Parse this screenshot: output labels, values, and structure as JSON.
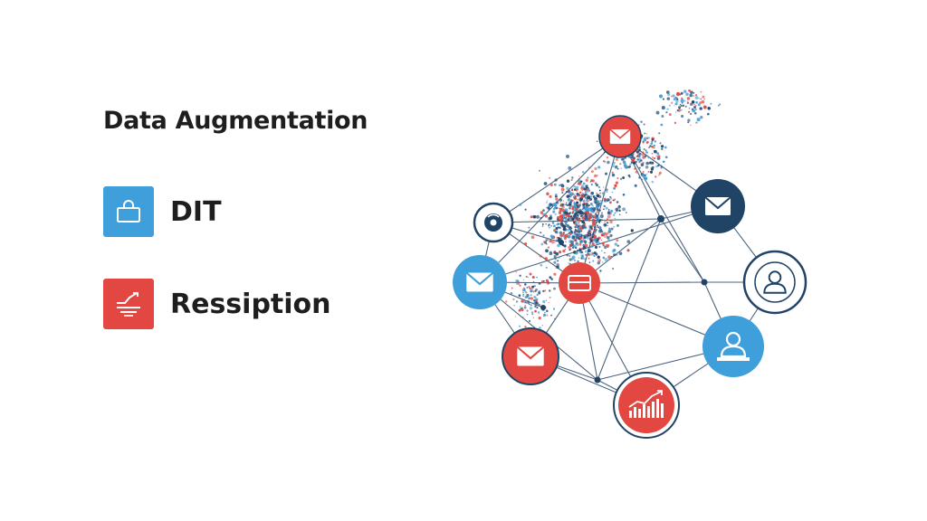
{
  "title": "Data Augmentation",
  "colors": {
    "blue": "#3f9fdb",
    "red": "#e24841",
    "navy": "#1f4466",
    "edge": "#2d4a68",
    "text": "#1e1e1e"
  },
  "legend": [
    {
      "label": "DIT",
      "color": "#3f9fdb",
      "icon": "shopping-bag-icon"
    },
    {
      "label": "Ressiption",
      "color": "#e24841",
      "icon": "trend-chart-icon"
    }
  ],
  "nodes": [
    {
      "id": "top-mail",
      "style": "red",
      "icon": "mail-icon"
    },
    {
      "id": "navy-mail",
      "style": "navy",
      "icon": "mail-icon"
    },
    {
      "id": "disc",
      "style": "outline-navy",
      "icon": "disc-icon"
    },
    {
      "id": "left-mail",
      "style": "blue",
      "icon": "mail-icon"
    },
    {
      "id": "center-card",
      "style": "red",
      "icon": "card-icon"
    },
    {
      "id": "person-outline",
      "style": "outline-navy",
      "icon": "person-icon"
    },
    {
      "id": "lower-left-mail",
      "style": "red",
      "icon": "mail-icon"
    },
    {
      "id": "person-blue",
      "style": "blue",
      "icon": "person-icon"
    },
    {
      "id": "chart",
      "style": "red",
      "icon": "bar-chart-icon"
    }
  ]
}
